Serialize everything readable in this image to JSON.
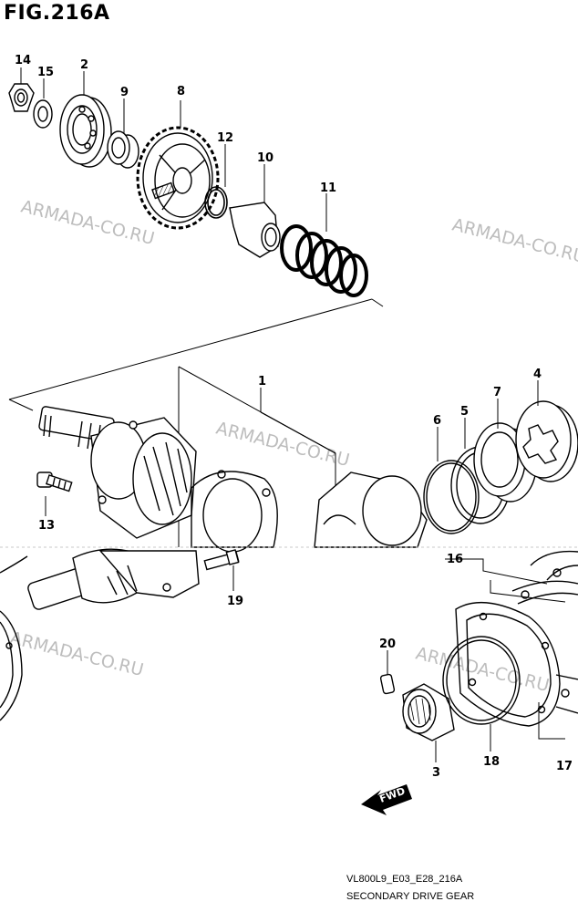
{
  "header": {
    "title": "FIG.216A"
  },
  "footer": {
    "code": "VL800L9_E03_E28_216A",
    "name": "SECONDARY DRIVE GEAR"
  },
  "watermark": {
    "text": "ARMADA-CO.RU"
  },
  "direction_marker": {
    "text": "FWD"
  },
  "parts": [
    {
      "ref": "14",
      "icon": "nut-icon"
    },
    {
      "ref": "15",
      "icon": "washer-icon"
    },
    {
      "ref": "2",
      "icon": "ball-bearing-icon"
    },
    {
      "ref": "9",
      "icon": "spacer-icon"
    },
    {
      "ref": "8",
      "icon": "gear-icon"
    },
    {
      "ref": "12",
      "icon": "circlip-icon"
    },
    {
      "ref": "10",
      "icon": "cam-icon"
    },
    {
      "ref": "11",
      "icon": "spring-icon"
    },
    {
      "ref": "1",
      "icon": "gear-assembly-icon"
    },
    {
      "ref": "13",
      "icon": "bolt-icon"
    },
    {
      "ref": "6",
      "icon": "o-ring-icon"
    },
    {
      "ref": "5",
      "icon": "shim-icon"
    },
    {
      "ref": "7",
      "icon": "bearing-icon"
    },
    {
      "ref": "4",
      "icon": "retainer-icon"
    },
    {
      "ref": "16",
      "icon": "gasket-set-icon"
    },
    {
      "ref": "19",
      "icon": "stud-icon"
    },
    {
      "ref": "20",
      "icon": "dowel-pin-icon"
    },
    {
      "ref": "3",
      "icon": "needle-bearing-icon"
    },
    {
      "ref": "18",
      "icon": "o-ring-icon"
    },
    {
      "ref": "17",
      "icon": "gasket-icon"
    }
  ]
}
